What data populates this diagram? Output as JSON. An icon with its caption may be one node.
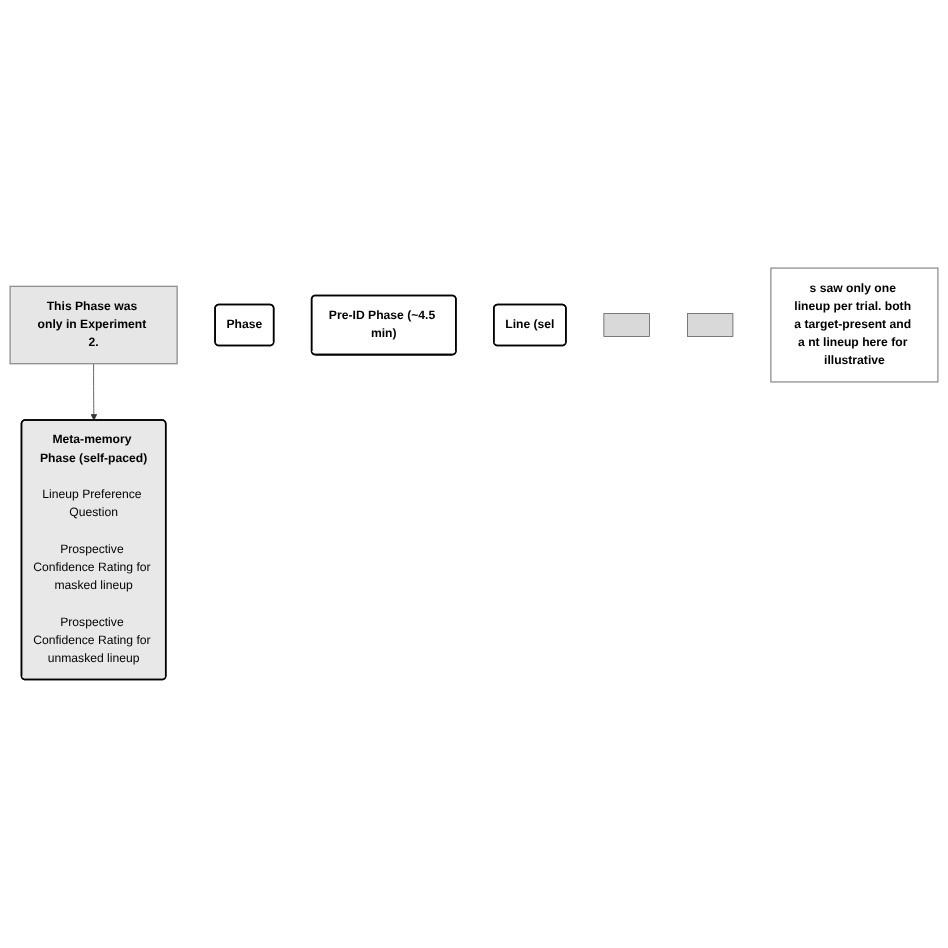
{
  "diagram": {
    "nodes": [
      {
        "text": [
          "This Phase was only in Experiment 2."
        ]
      },
      {
        "text": [
          "Phase"
        ]
      },
      {
        "text": [
          "Pre-ID Phase (~4.5 min)"
        ]
      },
      {
        "text": [
          "Meta-memory Phase (self-paced)",
          "Lineup Preference Question",
          "Prospective Confidence Rating for masked lineup",
          "Prospective Confidence Rating for unmasked lineup"
        ]
      },
      {
        "text": [
          "Line (sel"
        ]
      },
      {
        "text": [],
        "shape": "box"
      },
      {
        "text": [],
        "shape": "box"
      },
      {
        "text": [
          "s saw only one lineup per trial. both a target-present and a nt lineup here for illustrative"
        ]
      }
    ],
    "edges": [
      {
        "from": 0,
        "to": 3,
        "arrow": "to"
      }
    ]
  }
}
